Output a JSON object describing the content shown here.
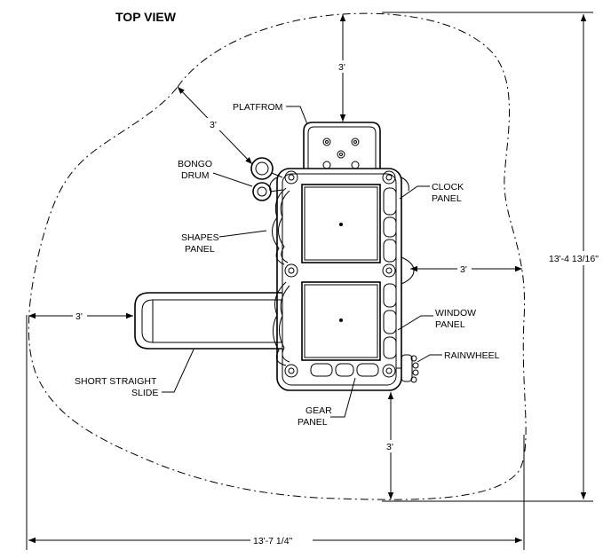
{
  "title": "TOP VIEW",
  "labels": {
    "platform": "PLATFROM",
    "bongo_line1": "BONGO",
    "bongo_line2": "DRUM",
    "clock_line1": "CLOCK",
    "clock_line2": "PANEL",
    "shapes_line1": "SHAPES",
    "shapes_line2": "PANEL",
    "window_line1": "WINDOW",
    "window_line2": "PANEL",
    "rainwheel": "RAINWHEEL",
    "slide_line1": "SHORT STRAIGHT",
    "slide_line2": "SLIDE",
    "gear_line1": "GEAR",
    "gear_line2": "PANEL"
  },
  "dimensions": {
    "top": "3'",
    "diagonal": "3'",
    "right": "3'",
    "left": "3'",
    "bottom": "3'",
    "overall_height": "13'-4 13/16\"",
    "overall_width": "13'-7 1/4\""
  }
}
